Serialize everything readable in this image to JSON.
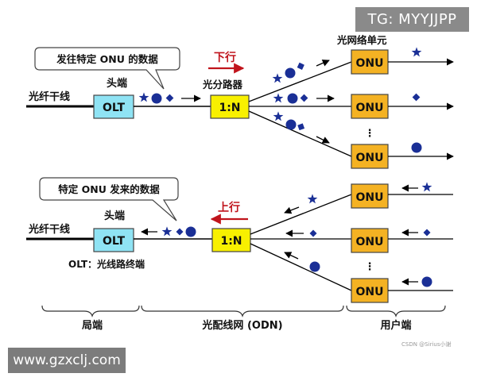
{
  "down": {
    "bubble_text": "发往特定 ONU 的数据",
    "trunk_label": "光纤干线",
    "head_label": "头端",
    "olt_label": "OLT",
    "direction_label": "下行",
    "splitter_title": "光分路器",
    "splitter_label": "1:N",
    "onu_group_title": "光网络单元",
    "onu_labels": [
      "ONU",
      "ONU",
      "ONU"
    ],
    "ellipsis": "⋮"
  },
  "up": {
    "bubble_text": "特定 ONU 发来的数据",
    "trunk_label": "光纤干线",
    "head_label": "头端",
    "olt_label": "OLT",
    "direction_label": "上行",
    "splitter_label": "1:N",
    "onu_labels": [
      "ONU",
      "ONU",
      "ONU"
    ],
    "ellipsis": "⋮",
    "olt_caption": "OLT：光线路终端"
  },
  "sections": {
    "local": "局端",
    "odn": "光配线网 (ODN)",
    "user": "用户端"
  },
  "watermarks": {
    "tg": "TG: MYYJJPP",
    "site": "www.gzxclj.com",
    "csdn": "CSDN @Sirius小谢"
  },
  "colors": {
    "olt_fill": "#8fe3f4",
    "splitter_fill": "#f8f000",
    "onu_fill": "#f4b223",
    "symbol_blue": "#1a2f96",
    "direction_red": "#c0141c"
  }
}
